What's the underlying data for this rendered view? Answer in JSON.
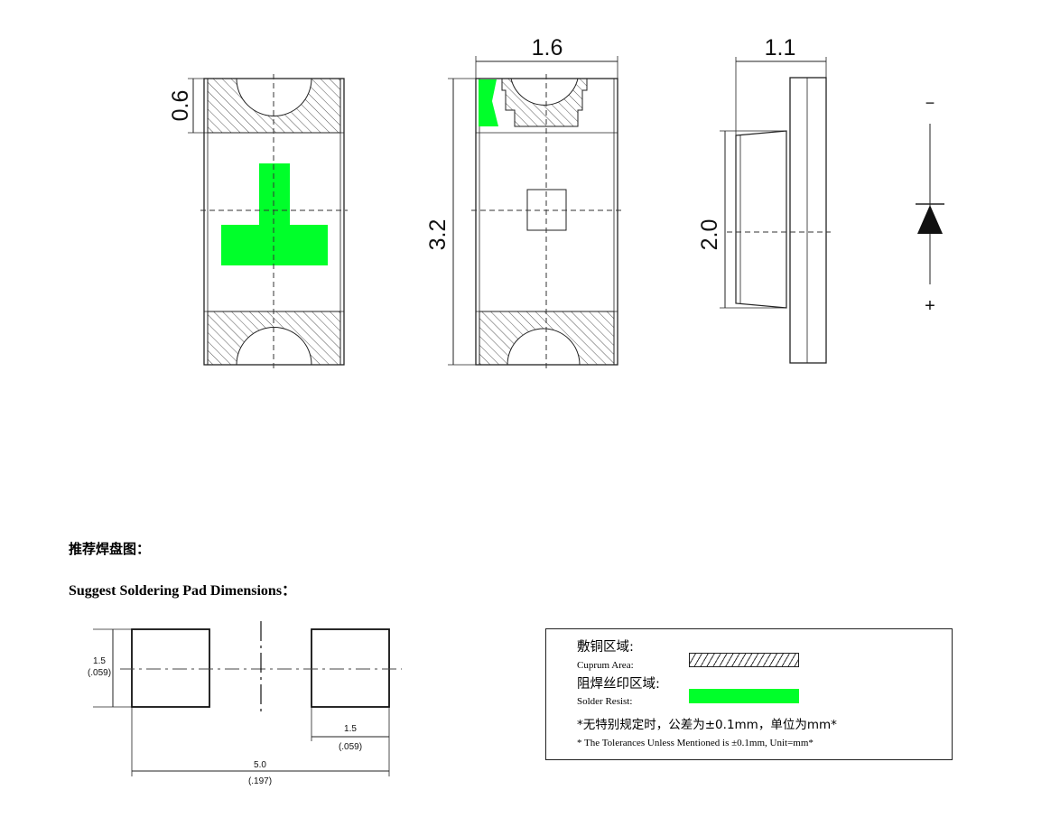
{
  "top_views": {
    "view1": {
      "dim_height_label": "0.6"
    },
    "view2": {
      "dim_width_label": "1.6",
      "dim_length_label": "3.2"
    },
    "view3": {
      "dim_thickness_label": "1.1",
      "dim_height_label": "2.0"
    },
    "polarity": {
      "minus": "−",
      "plus": "+"
    }
  },
  "section": {
    "title_cn": "推荐焊盘图：",
    "title_en": "Suggest Soldering Pad Dimensions："
  },
  "pad_drawing": {
    "pad_height_mm": "1.5",
    "pad_height_in": "(.059)",
    "pad_width_mm": "1.5",
    "pad_width_in": "(.059)",
    "total_width_mm": "5.0",
    "total_width_in": "(.197)"
  },
  "legend": {
    "cuprum_cn": "敷铜区域:",
    "cuprum_en": "Cuprum Area:",
    "resist_cn": "阻焊丝印区域:",
    "resist_en": "Solder Resist:",
    "tolerance_cn": "*无特别规定时，公差为±0.1mm，单位为mm*",
    "tolerance_en": "* The Tolerances Unless Mentioned is ±0.1mm,  Unit=mm*"
  },
  "colors": {
    "green": "#00ff2a",
    "line": "#222222",
    "hatch": "#444444"
  }
}
